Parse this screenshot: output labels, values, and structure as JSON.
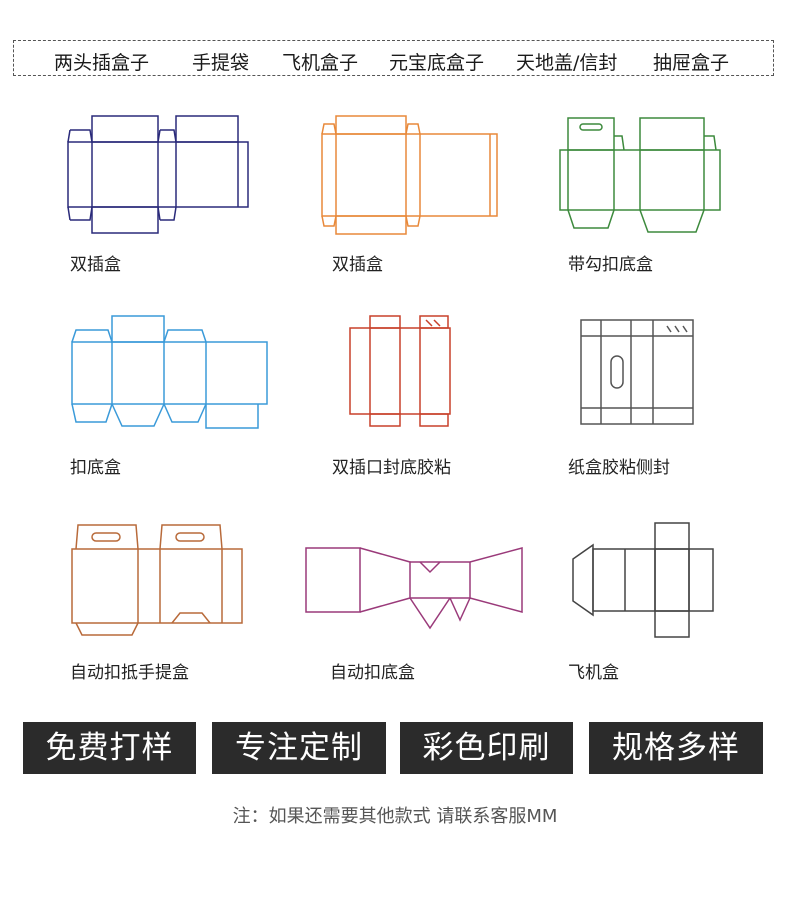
{
  "top_nav": {
    "items": [
      "两头插盒子",
      "手提袋",
      "飞机盒子",
      "元宝底盒子",
      "天地盖/信封",
      "抽屉盒子"
    ]
  },
  "diagrams": [
    {
      "caption": "双插盒",
      "color": "#2a2a7a"
    },
    {
      "caption": "双插盒",
      "color": "#e8893a"
    },
    {
      "caption": "带勾扣底盒",
      "color": "#3d8a3d"
    },
    {
      "caption": "扣底盒",
      "color": "#3a9ad9"
    },
    {
      "caption": "双插口封底胶粘",
      "color": "#c8402a"
    },
    {
      "caption": "纸盒胶粘侧封",
      "color": "#555555"
    },
    {
      "caption": "自动扣抵手提盒",
      "color": "#b86a3a"
    },
    {
      "caption": "自动扣底盒",
      "color": "#9a3a7a"
    },
    {
      "caption": "飞机盒",
      "color": "#444444"
    }
  ],
  "buttons": [
    "免费打样",
    "专注定制",
    "彩色印刷",
    "规格多样"
  ],
  "note": "注：如果还需要其他款式 请联系客服MM"
}
